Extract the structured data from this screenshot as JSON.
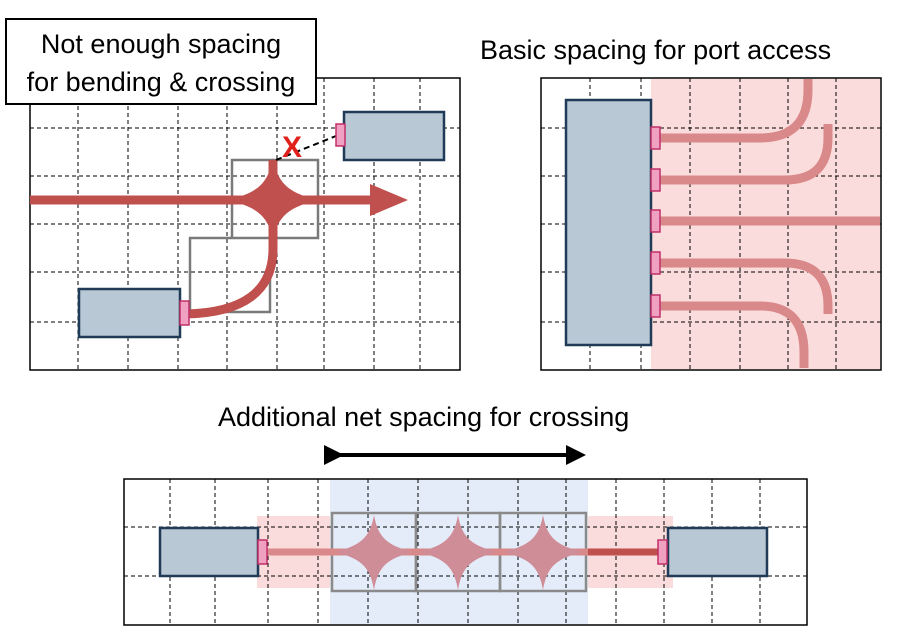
{
  "labels": {
    "warning_line1": "Not enough spacing",
    "warning_line2": "for bending & crossing",
    "basic_title": "Basic spacing for port access",
    "additional_title": "Additional net spacing for crossing",
    "fail_mark": "X"
  },
  "colors": {
    "module_fill": "#b8c8d4",
    "module_stroke": "#1f3b57",
    "port_fill": "#f0a0c0",
    "port_stroke": "#c0306a",
    "net": "#c0504d",
    "net_light": "#d9898a",
    "crossing_light": "#cf8d97",
    "spacing_zone": "#fbdcdc",
    "crossing_zone": "#e4ecfa",
    "grid": "#000000",
    "cell_outline": "#7a7a7a",
    "fail_mark": "#e0201a"
  }
}
